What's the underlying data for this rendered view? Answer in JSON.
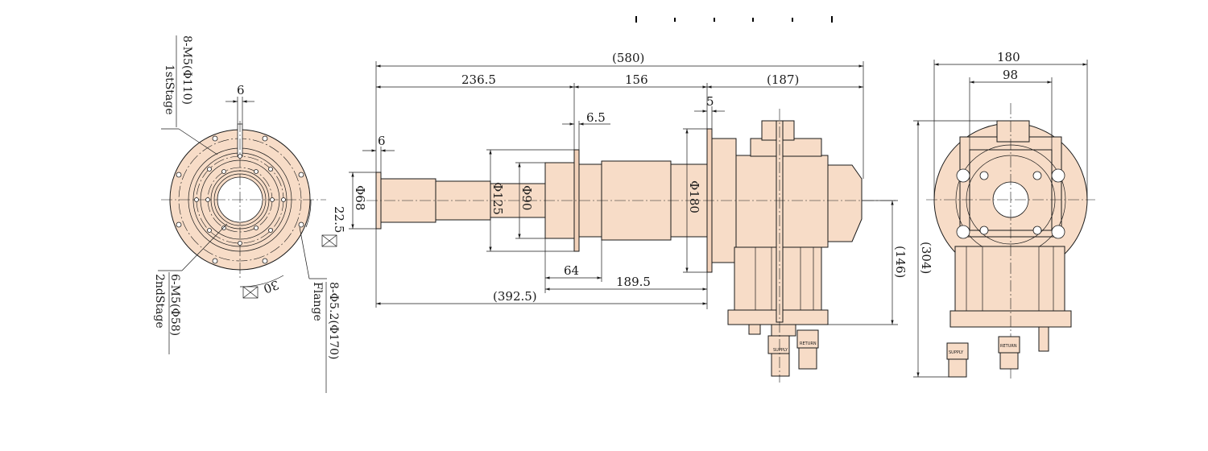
{
  "front_view": {
    "dim_slot_width": "6",
    "label_first_stage_thread": "8-M5(Φ110)",
    "label_first_stage_name": "1stStage",
    "label_second_stage_thread": "6-M5(Φ58)",
    "label_second_stage_name": "2ndStage",
    "label_flange_holes": "8-Φ5.2(Φ170)",
    "label_flange_name": "Flange",
    "angle_upper": "22.5",
    "angle_lower": "30"
  },
  "side_view": {
    "dim_overall_length": "(580)",
    "dim_shaft_length": "236.5",
    "dim_middle_length": "156",
    "dim_motor_length": "(187)",
    "dim_end_flange": "6",
    "dim_flange_plate": "6.5",
    "dim_mount_flange": "5",
    "dia_shaft_end": "Φ68",
    "dia_stage_one": "Φ125",
    "dia_stage_two": "Φ90",
    "dia_mount": "Φ180",
    "dim_short_segment": "64",
    "dim_lower_segment": "189.5",
    "dim_to_mount": "(392.5)",
    "dim_center_height": "(146)"
  },
  "end_view": {
    "dim_outer_width": "180",
    "dim_inner_width": "98",
    "dim_overall_height": "(304)"
  },
  "connector_labels": {
    "supply": "SUPPLY",
    "return": "RETURN"
  }
}
